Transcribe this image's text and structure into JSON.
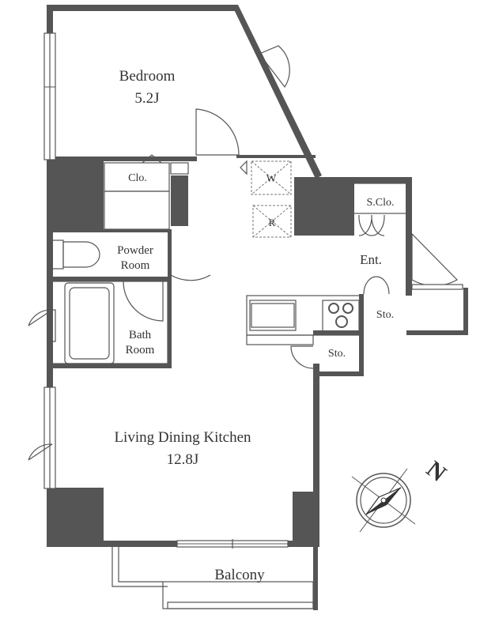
{
  "rooms": {
    "bedroom": {
      "name": "Bedroom",
      "size": "5.2J"
    },
    "ldk": {
      "name": "Living Dining Kitchen",
      "size": "12.8J"
    },
    "closet": "Clo.",
    "shoe_closet": "S.Clo.",
    "entrance": "Ent.",
    "powder_room_line1": "Powder",
    "powder_room_line2": "Room",
    "bath_room_line1": "Bath",
    "bath_room_line2": "Room",
    "storage_1": "Sto.",
    "storage_2": "Sto.",
    "balcony": "Balcony",
    "washer_mark": "W",
    "fridge_mark": "R"
  },
  "compass": {
    "label": "N"
  },
  "colors": {
    "wall": "#555555",
    "line": "#555555",
    "text": "#333333",
    "background": "#ffffff"
  }
}
